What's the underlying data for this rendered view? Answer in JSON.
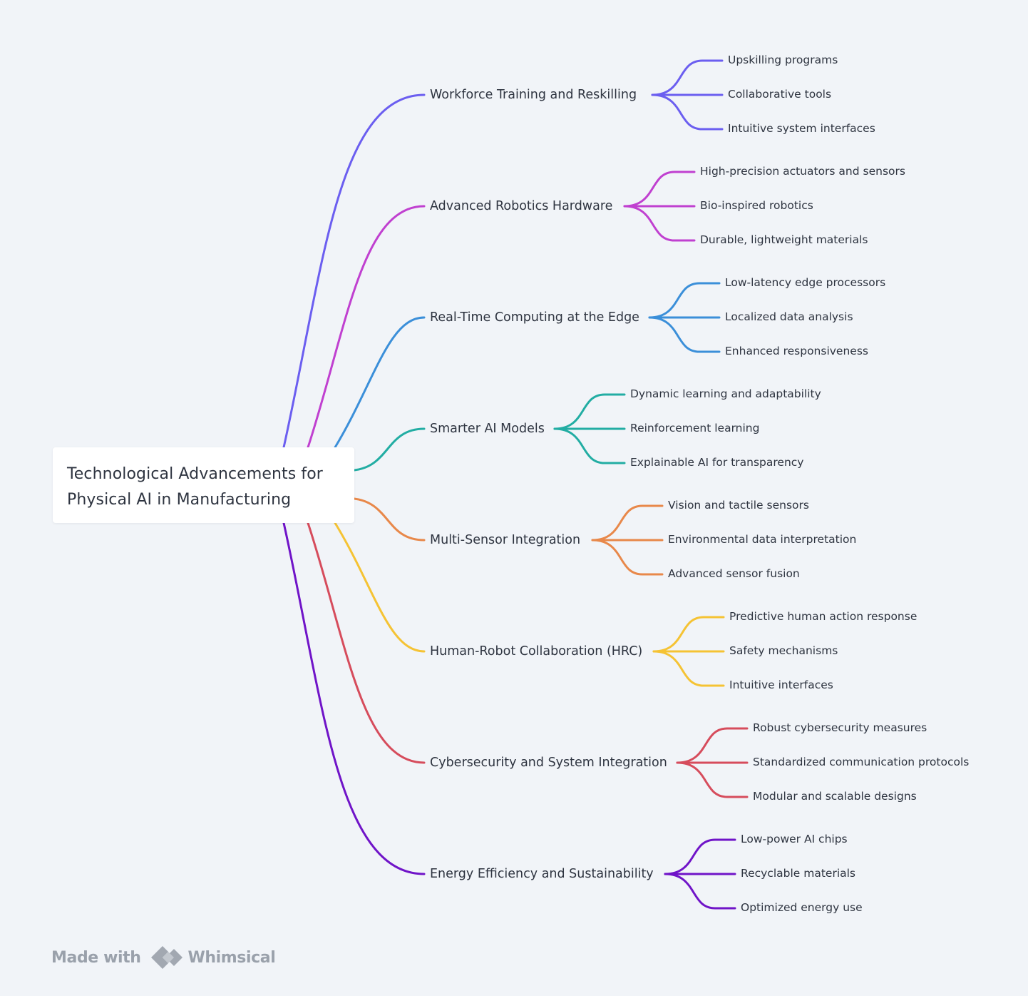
{
  "root": {
    "title_lines": [
      "Technological Advancements for",
      "Physical AI in Manufacturing"
    ]
  },
  "branches": [
    {
      "label": "Workforce Training and Reskilling",
      "color": "#6b5ef0",
      "children": [
        "Upskilling programs",
        "Collaborative tools",
        "Intuitive system interfaces"
      ]
    },
    {
      "label": "Advanced Robotics Hardware",
      "color": "#c040d0",
      "children": [
        "High-precision actuators and sensors",
        "Bio-inspired robotics",
        "Durable, lightweight materials"
      ]
    },
    {
      "label": "Real-Time Computing at the Edge",
      "color": "#3b8fd9",
      "children": [
        "Low-latency edge processors",
        "Localized data analysis",
        "Enhanced responsiveness"
      ]
    },
    {
      "label": "Smarter AI Models",
      "color": "#22ada3",
      "children": [
        "Dynamic learning and adaptability",
        "Reinforcement learning",
        "Explainable AI for transparency"
      ]
    },
    {
      "label": "Multi-Sensor Integration",
      "color": "#e8884a",
      "children": [
        "Vision and tactile sensors",
        "Environmental data interpretation",
        "Advanced sensor fusion"
      ]
    },
    {
      "label": "Human-Robot Collaboration (HRC)",
      "color": "#f5c334",
      "children": [
        "Predictive human action response",
        "Safety mechanisms",
        "Intuitive interfaces"
      ]
    },
    {
      "label": "Cybersecurity and System Integration",
      "color": "#d64c5c",
      "children": [
        "Robust cybersecurity measures",
        "Standardized communication protocols",
        "Modular and scalable designs"
      ]
    },
    {
      "label": "Energy Efficiency and Sustainability",
      "color": "#7014c8",
      "children": [
        "Low-power AI chips",
        "Recyclable materials",
        "Optimized energy use"
      ]
    }
  ],
  "footer": {
    "made_with": "Made with",
    "brand": "Whimsical",
    "logo_icon": "whimsical-logo-icon",
    "text_color": "#9aa1ab"
  },
  "colors": {
    "background": "#f1f4f8",
    "card": "#ffffff",
    "text": "#2e3440"
  }
}
